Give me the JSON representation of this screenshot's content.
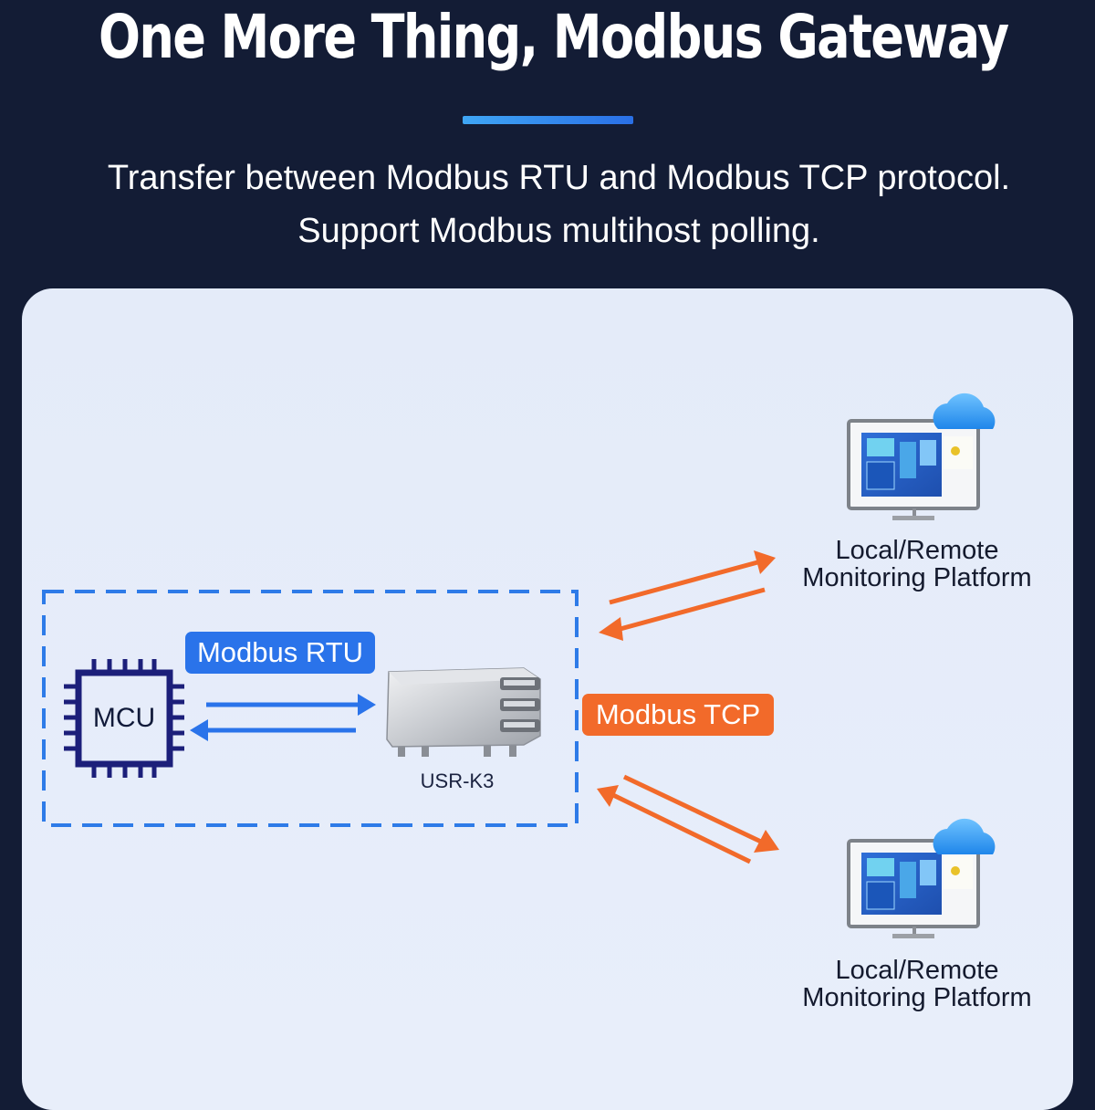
{
  "header": {
    "title": "One More Thing, Modbus Gateway",
    "subtitle_line1": "Transfer between Modbus RTU and Modbus TCP protocol.",
    "subtitle_line2": "Support Modbus multihost polling."
  },
  "diagram": {
    "mcu_label": "MCU",
    "rtu_label": "Modbus RTU",
    "device_label": "USR-K3",
    "tcp_label": "Modbus TCP",
    "platforms": [
      {
        "line1": "Local/Remote",
        "line2": "Monitoring Platform"
      },
      {
        "line1": "Local/Remote",
        "line2": "Monitoring Platform"
      }
    ]
  },
  "colors": {
    "background": "#131c35",
    "panel": "#e6ecf9",
    "blue_accent": "#2a73ea",
    "orange_accent": "#f26a2a",
    "chip_stroke": "#1c1f7a"
  },
  "icons": [
    "chip-icon",
    "ethernet-module-icon",
    "monitor-icon",
    "cloud-icon",
    "arrow-icon"
  ]
}
